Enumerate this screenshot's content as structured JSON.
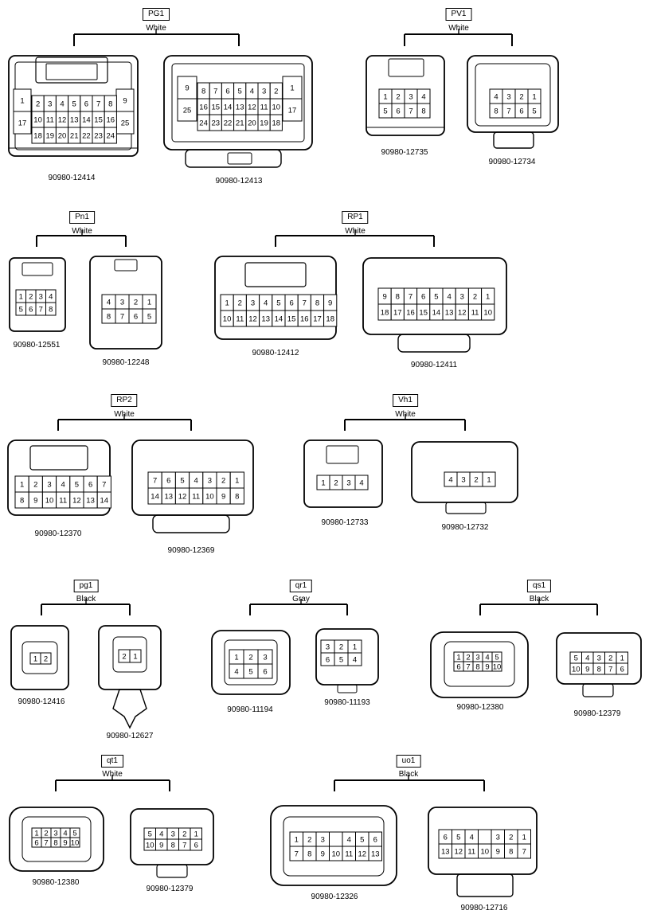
{
  "groups": [
    {
      "code": "PG1",
      "color": "White",
      "parts": [
        "90980-12414",
        "90980-12413"
      ]
    },
    {
      "code": "PV1",
      "color": "White",
      "parts": [
        "90980-12735",
        "90980-12734"
      ]
    },
    {
      "code": "Pn1",
      "color": "White",
      "parts": [
        "90980-12551",
        "90980-12248"
      ]
    },
    {
      "code": "RP1",
      "color": "White",
      "parts": [
        "90980-12412",
        "90980-12411"
      ]
    },
    {
      "code": "RP2",
      "color": "White",
      "parts": [
        "90980-12370",
        "90980-12369"
      ]
    },
    {
      "code": "Vh1",
      "color": "White",
      "parts": [
        "90980-12733",
        "90980-12732"
      ]
    },
    {
      "code": "pg1",
      "color": "Black",
      "parts": [
        "90980-12416",
        "90980-12627"
      ]
    },
    {
      "code": "qr1",
      "color": "Gray",
      "parts": [
        "90980-11194",
        "90980-11193"
      ]
    },
    {
      "code": "qs1",
      "color": "Black",
      "parts": [
        "90980-12380",
        "90980-12379"
      ]
    },
    {
      "code": "qt1",
      "color": "White",
      "parts": [
        "90980-12380",
        "90980-12379"
      ]
    },
    {
      "code": "uo1",
      "color": "Black",
      "parts": [
        "90980-12326",
        "90980-12716"
      ]
    }
  ],
  "pins": {
    "PG1_a_rows": [
      [
        "2",
        "3",
        "4",
        "5",
        "6",
        "7",
        "8"
      ],
      [
        "10",
        "11",
        "12",
        "13",
        "14",
        "15",
        "16"
      ],
      [
        "18",
        "19",
        "20",
        "21",
        "22",
        "23",
        "24"
      ]
    ],
    "PG1_a_side": [
      "1",
      "17",
      "9",
      "25"
    ],
    "PG1_b_rows": [
      [
        "8",
        "7",
        "6",
        "5",
        "4",
        "3",
        "2"
      ],
      [
        "16",
        "15",
        "14",
        "13",
        "12",
        "11",
        "10"
      ],
      [
        "24",
        "23",
        "22",
        "21",
        "20",
        "19",
        "18"
      ]
    ],
    "PG1_b_side": [
      "9",
      "25",
      "1",
      "17"
    ],
    "PV1_a_rows": [
      [
        "1",
        "2",
        "3",
        "4"
      ],
      [
        "5",
        "6",
        "7",
        "8"
      ]
    ],
    "PV1_b_rows": [
      [
        "4",
        "3",
        "2",
        "1"
      ],
      [
        "8",
        "7",
        "6",
        "5"
      ]
    ],
    "Pn1_a_rows": [
      [
        "1",
        "2",
        "3",
        "4"
      ],
      [
        "5",
        "6",
        "7",
        "8"
      ]
    ],
    "Pn1_b_rows": [
      [
        "4",
        "3",
        "2",
        "1"
      ],
      [
        "8",
        "7",
        "6",
        "5"
      ]
    ],
    "RP1_a_rows": [
      [
        "1",
        "2",
        "3",
        "4",
        "5",
        "6",
        "7",
        "8",
        "9"
      ],
      [
        "10",
        "11",
        "12",
        "13",
        "14",
        "15",
        "16",
        "17",
        "18"
      ]
    ],
    "RP1_b_rows": [
      [
        "9",
        "8",
        "7",
        "6",
        "5",
        "4",
        "3",
        "2",
        "1"
      ],
      [
        "18",
        "17",
        "16",
        "15",
        "14",
        "13",
        "12",
        "11",
        "10"
      ]
    ],
    "RP2_a_rows": [
      [
        "1",
        "2",
        "3",
        "4",
        "5",
        "6",
        "7"
      ],
      [
        "8",
        "9",
        "10",
        "11",
        "12",
        "13",
        "14"
      ]
    ],
    "RP2_b_rows": [
      [
        "7",
        "6",
        "5",
        "4",
        "3",
        "2",
        "1"
      ],
      [
        "14",
        "13",
        "12",
        "11",
        "10",
        "9",
        "8"
      ]
    ],
    "Vh1_a_rows": [
      [
        "1",
        "2",
        "3",
        "4"
      ]
    ],
    "Vh1_b_rows": [
      [
        "4",
        "3",
        "2",
        "1"
      ]
    ],
    "pg1_a_rows": [
      [
        "1",
        "2"
      ]
    ],
    "pg1_b_rows": [
      [
        "2",
        "1"
      ]
    ],
    "qr1_a_rows": [
      [
        "1",
        "2",
        "3"
      ],
      [
        "4",
        "5",
        "6"
      ]
    ],
    "qr1_b_rows": [
      [
        "3",
        "2",
        "1"
      ],
      [
        "6",
        "5",
        "4"
      ]
    ],
    "qs1_a_rows": [
      [
        "1",
        "2",
        "3",
        "4",
        "5"
      ],
      [
        "6",
        "7",
        "8",
        "9",
        "10"
      ]
    ],
    "qs1_b_rows": [
      [
        "5",
        "4",
        "3",
        "2",
        "1"
      ],
      [
        "10",
        "9",
        "8",
        "7",
        "6"
      ]
    ],
    "qt1_a_rows": [
      [
        "1",
        "2",
        "3",
        "4",
        "5"
      ],
      [
        "6",
        "7",
        "8",
        "9",
        "10"
      ]
    ],
    "qt1_b_rows": [
      [
        "5",
        "4",
        "3",
        "2",
        "1"
      ],
      [
        "10",
        "9",
        "8",
        "7",
        "6"
      ]
    ],
    "uo1_a_rows": [
      [
        "1",
        "2",
        "3",
        "",
        "4",
        "5",
        "6"
      ],
      [
        "7",
        "8",
        "9",
        "10",
        "11",
        "12",
        "13"
      ]
    ],
    "uo1_b_rows": [
      [
        "6",
        "5",
        "4",
        "",
        "3",
        "2",
        "1"
      ],
      [
        "13",
        "12",
        "11",
        "10",
        "9",
        "8",
        "7"
      ]
    ]
  }
}
